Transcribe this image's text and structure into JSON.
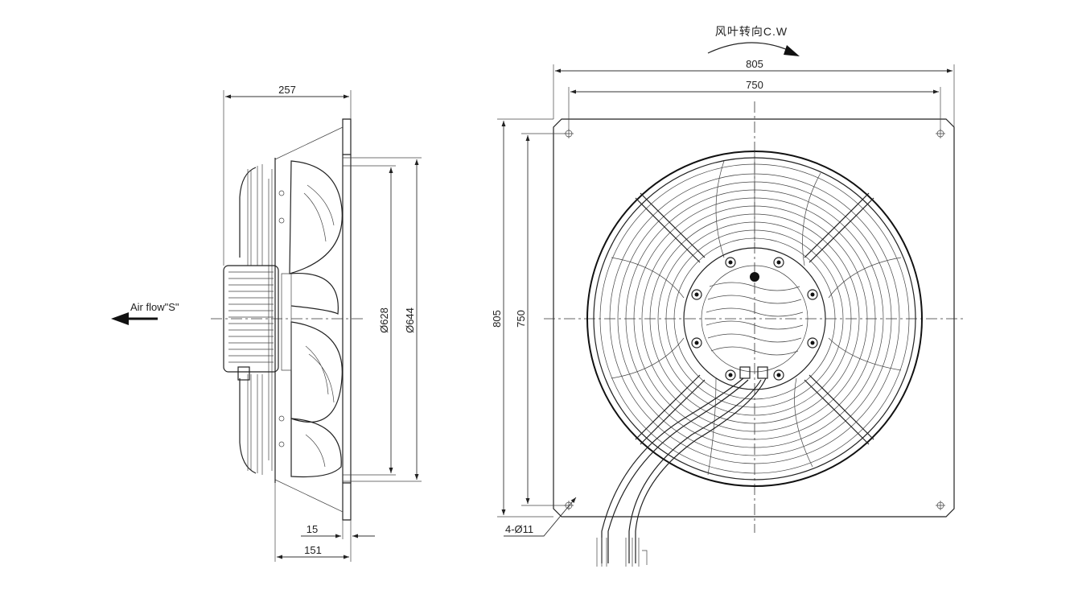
{
  "side_view": {
    "dim_depth_total": "257",
    "dim_diameter_inner": "Ø628",
    "dim_diameter_outer": "Ø644",
    "dim_flange": "15",
    "dim_depth_bottom": "151",
    "airflow_label": "Air flow\"S\""
  },
  "front_view": {
    "rotation_note": "风叶转向C.W",
    "dim_width_total": "805",
    "dim_width_holes": "750",
    "dim_height_total": "805",
    "dim_height_holes": "750",
    "hole_spec": "4-Ø11"
  },
  "colors": {
    "line": "#222222",
    "background": "#ffffff"
  }
}
